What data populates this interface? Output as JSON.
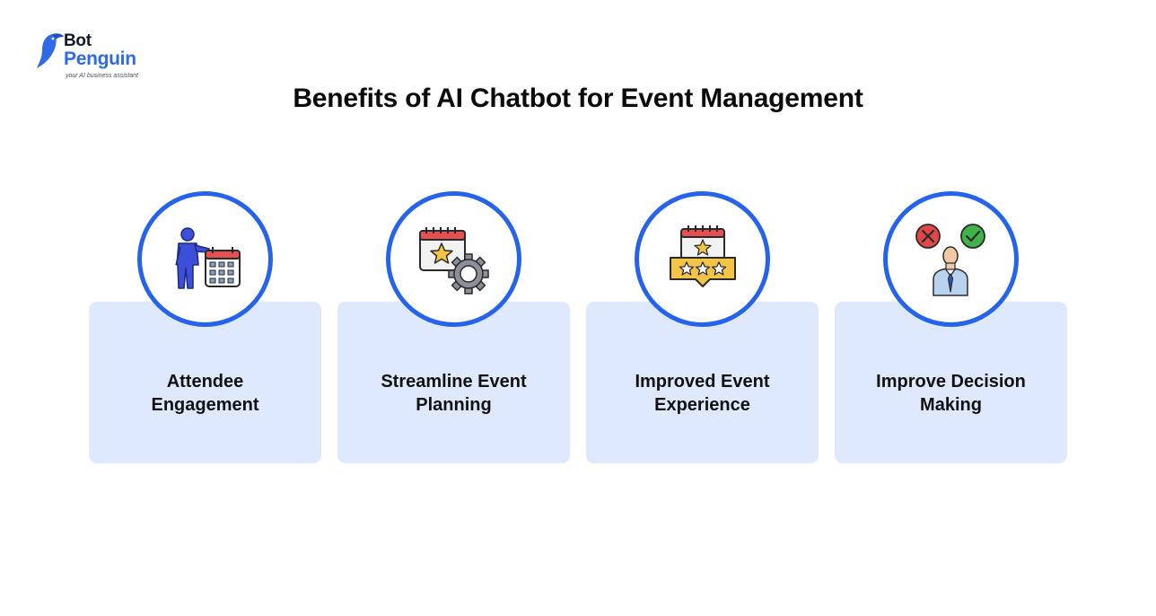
{
  "brand": {
    "name_line1": "Bot",
    "name_line2": "Penguin",
    "tagline": "your AI business assistant",
    "accent_color": "#2f6be6"
  },
  "title": "Benefits of AI Chatbot for Event Management",
  "colors": {
    "circle_border": "#2563eb",
    "card_background": "#dfe9fd"
  },
  "benefits": [
    {
      "label_line1": "Attendee",
      "label_line2": "Engagement",
      "icon": "person-calendar-icon"
    },
    {
      "label_line1": "Streamline Event",
      "label_line2": "Planning",
      "icon": "calendar-gear-icon"
    },
    {
      "label_line1": "Improved Event",
      "label_line2": "Experience",
      "icon": "calendar-rating-icon"
    },
    {
      "label_line1": "Improve Decision",
      "label_line2": "Making",
      "icon": "decision-person-icon"
    }
  ]
}
